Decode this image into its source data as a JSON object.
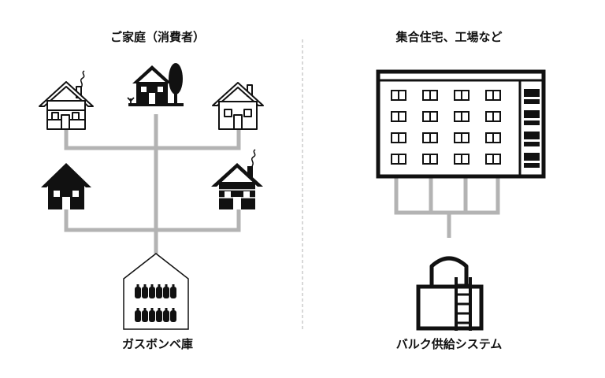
{
  "left_panel": {
    "title": "ご家庭（消費者）",
    "source_label": "ガスボンベ庫"
  },
  "right_panel": {
    "title": "集合住宅、工場など",
    "source_label": "バルク供給システム"
  },
  "colors": {
    "pipe": "#b3b3b3",
    "ink": "#111111",
    "divider": "#cccccc"
  }
}
